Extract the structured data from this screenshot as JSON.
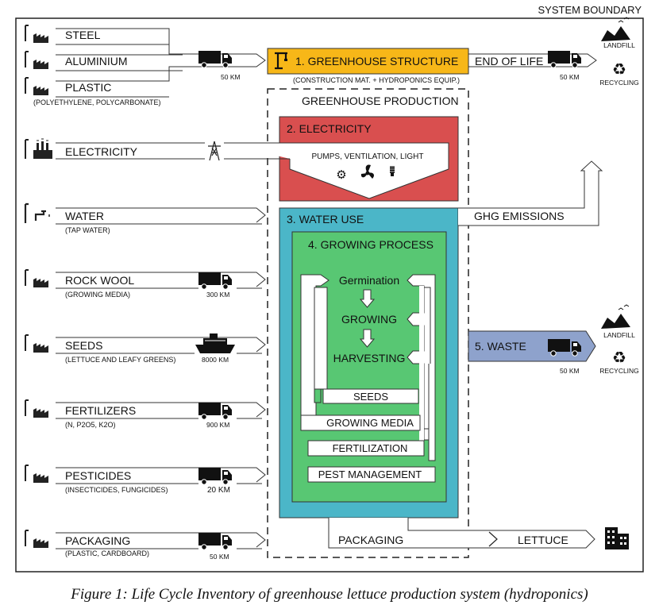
{
  "system_boundary": "SYSTEM BOUNDARY",
  "inputs": [
    {
      "label": "STEEL",
      "sub": "",
      "icon": "factory-icon"
    },
    {
      "label": "ALUMINIUM",
      "sub": "",
      "icon": "factory-icon"
    },
    {
      "label": "PLASTIC",
      "sub": "(POLYETHYLENE, POLYCARBONATE)",
      "icon": "factory-icon"
    },
    {
      "label": "ELECTRICITY",
      "sub": "",
      "icon": "power-plant-icon"
    },
    {
      "label": "WATER",
      "sub": "(TAP WATER)",
      "icon": "tap-icon"
    },
    {
      "label": "ROCK WOOL",
      "sub": "(GROWING MEDIA)",
      "icon": "factory-icon"
    },
    {
      "label": "SEEDS",
      "sub": "(LETTUCE AND LEAFY GREENS)",
      "icon": "factory-icon"
    },
    {
      "label": "FERTILIZERS",
      "sub": "(N, P2O5, K2O)",
      "icon": "factory-icon"
    },
    {
      "label": "PESTICIDES",
      "sub": "(INSECTICIDES, FUNGICIDES)",
      "icon": "factory-icon"
    },
    {
      "label": "PACKAGING",
      "sub": "(PLASTIC, CARDBOARD)",
      "icon": "factory-icon"
    }
  ],
  "distances": {
    "structure": "50 KM",
    "rock_wool": "300 KM",
    "seeds": "8000 KM",
    "fertilizers": "900 KM",
    "pesticides": "20 KM",
    "packaging": "50 KM",
    "end_of_life": "50 KM",
    "waste": "50 KM"
  },
  "structure": {
    "title": "1. GREENHOUSE STRUCTURE",
    "sub": "(CONSTRUCTION MAT. + HYDROPONICS EQUIP.)",
    "color": "#f7b718"
  },
  "greenhouse_production": "GREENHOUSE PRODUCTION",
  "electricity_box": {
    "title": "2. ELECTRICITY",
    "items": "PUMPS, VENTILATION, LIGHT",
    "color": "#d94f4f"
  },
  "water_box": {
    "title": "3. WATER USE",
    "color": "#4bb6c8"
  },
  "growing_box": {
    "title": "4. GROWING PROCESS",
    "stages": [
      "Germination",
      "GROWING",
      "HARVESTING"
    ],
    "color": "#58c773"
  },
  "layers": [
    "SEEDS",
    "GROWING MEDIA",
    "FERTILIZATION",
    "PEST MANAGEMENT"
  ],
  "outputs": {
    "end_of_life": "END OF LIFE",
    "landfill": "LANDFILL",
    "recycling": "RECYCLING",
    "ghg": "GHG EMISSIONS",
    "waste": "5. WASTE",
    "waste_color": "#8ea2cc",
    "packaging": "PACKAGING",
    "lettuce": "LETTUCE"
  },
  "caption": "Figure 1: Life Cycle Inventory of greenhouse lettuce production system (hydroponics)"
}
